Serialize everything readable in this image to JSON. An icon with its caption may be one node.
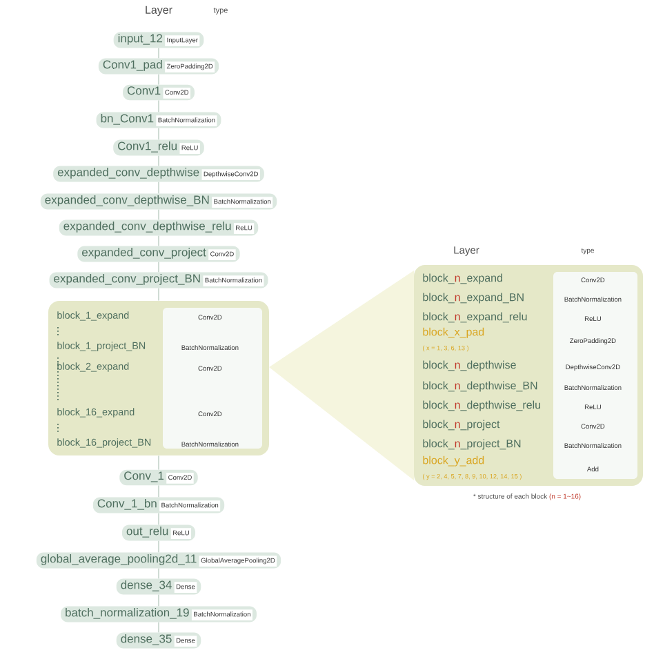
{
  "diagram": {
    "nodes": [
      {
        "text": [
          "input_12",
          "InputLayer"
        ]
      },
      {
        "text": [
          "Conv1_pad",
          "ZeroPadding2D"
        ]
      },
      {
        "text": [
          "Conv1",
          "Conv2D"
        ]
      },
      {
        "text": [
          "bn_Conv1",
          "BatchNormalization"
        ]
      },
      {
        "text": [
          "Conv1_relu",
          "ReLU"
        ]
      },
      {
        "text": [
          "expanded_conv_depthwise",
          "DepthwiseConv2D"
        ]
      },
      {
        "text": [
          "expanded_conv_depthwise_BN",
          "BatchNormalization"
        ]
      },
      {
        "text": [
          "expanded_conv_depthwise_relu",
          "ReLU"
        ]
      },
      {
        "text": [
          "expanded_conv_project",
          "Conv2D"
        ]
      },
      {
        "text": [
          "expanded_conv_project_BN",
          "BatchNormalization"
        ]
      },
      {
        "text": [],
        "shape": "box"
      },
      {
        "text": [
          "block_1_expand",
          "Conv2D"
        ],
        "in": 10
      },
      {
        "text": [
          "block_1_project_BN",
          "BatchNormalization"
        ],
        "in": 10
      },
      {
        "text": [
          "block_2_expand",
          "Conv2D"
        ],
        "in": 10
      },
      {
        "text": [
          "block_16_expand",
          "Conv2D"
        ],
        "in": 10
      },
      {
        "text": [
          "block_16_project_BN",
          "BatchNormalization"
        ],
        "in": 10
      },
      {
        "text": [
          "Conv_1",
          "Conv2D"
        ]
      },
      {
        "text": [
          "Conv_1_bn",
          "BatchNormalization"
        ]
      },
      {
        "text": [
          "out_relu",
          "ReLU"
        ]
      },
      {
        "text": [
          "global_average_pooling2d_11",
          "GlobalAveragePooling2D"
        ]
      },
      {
        "text": [
          "dense_34",
          "Dense"
        ]
      },
      {
        "text": [
          "batch_normalization_19",
          "BatchNormalization"
        ]
      },
      {
        "text": [
          "dense_35",
          "Dense"
        ]
      },
      {
        "text": [],
        "shape": "box"
      },
      {
        "text": [
          "block_**n**_expand",
          "Conv2D"
        ],
        "in": 23
      },
      {
        "text": [
          "block_**n**_expand_BN",
          "BatchNormalization"
        ],
        "in": 23
      },
      {
        "text": [
          "block_**n**_expand_relu",
          "ReLU"
        ],
        "in": 23
      },
      {
        "text": [
          "block_x_pad",
          "( x = 1, 3, 6, 13 )",
          "ZeroPadding2D"
        ],
        "in": 23
      },
      {
        "text": [
          "block_**n**_depthwise",
          "DepthwiseConv2D"
        ],
        "in": 23
      },
      {
        "text": [
          "block_**n**_depthwise_BN",
          "BatchNormalization"
        ],
        "in": 23
      },
      {
        "text": [
          "block_**n**_depthwise_relu",
          "ReLU"
        ],
        "in": 23
      },
      {
        "text": [
          "block_**n**_project",
          "Conv2D"
        ],
        "in": 23
      },
      {
        "text": [
          "block_**n**_project_BN",
          "BatchNormalization"
        ],
        "in": 23
      },
      {
        "text": [
          "block_y_add",
          "( y = 2, 4, 5, 7, 8, 9, 10, 12, 14, 15 )",
          "Add"
        ],
        "in": 23
      }
    ],
    "edges": [
      {
        "from": 0,
        "to": 1,
        "arrow": "none"
      },
      {
        "from": 1,
        "to": 2,
        "arrow": "none"
      },
      {
        "from": 2,
        "to": 3,
        "arrow": "none"
      },
      {
        "from": 3,
        "to": 4,
        "arrow": "none"
      },
      {
        "from": 4,
        "to": 5,
        "arrow": "none"
      },
      {
        "from": 5,
        "to": 6,
        "arrow": "none"
      },
      {
        "from": 6,
        "to": 7,
        "arrow": "none"
      },
      {
        "from": 7,
        "to": 8,
        "arrow": "none"
      },
      {
        "from": 8,
        "to": 9,
        "arrow": "none"
      },
      {
        "from": 9,
        "to": 10,
        "arrow": "none"
      },
      {
        "from": 10,
        "to": 16,
        "arrow": "none"
      },
      {
        "from": 16,
        "to": 17,
        "arrow": "none"
      },
      {
        "from": 17,
        "to": 18,
        "arrow": "none"
      },
      {
        "from": 18,
        "to": 19,
        "arrow": "none"
      },
      {
        "from": 19,
        "to": 20,
        "arrow": "none"
      },
      {
        "from": 20,
        "to": 21,
        "arrow": "none"
      },
      {
        "from": 21,
        "to": 22,
        "arrow": "none"
      }
    ],
    "labels": [
      "Layer",
      "type",
      "Layer",
      "type",
      "* structure of each block **(n = 1~16)**"
    ]
  }
}
